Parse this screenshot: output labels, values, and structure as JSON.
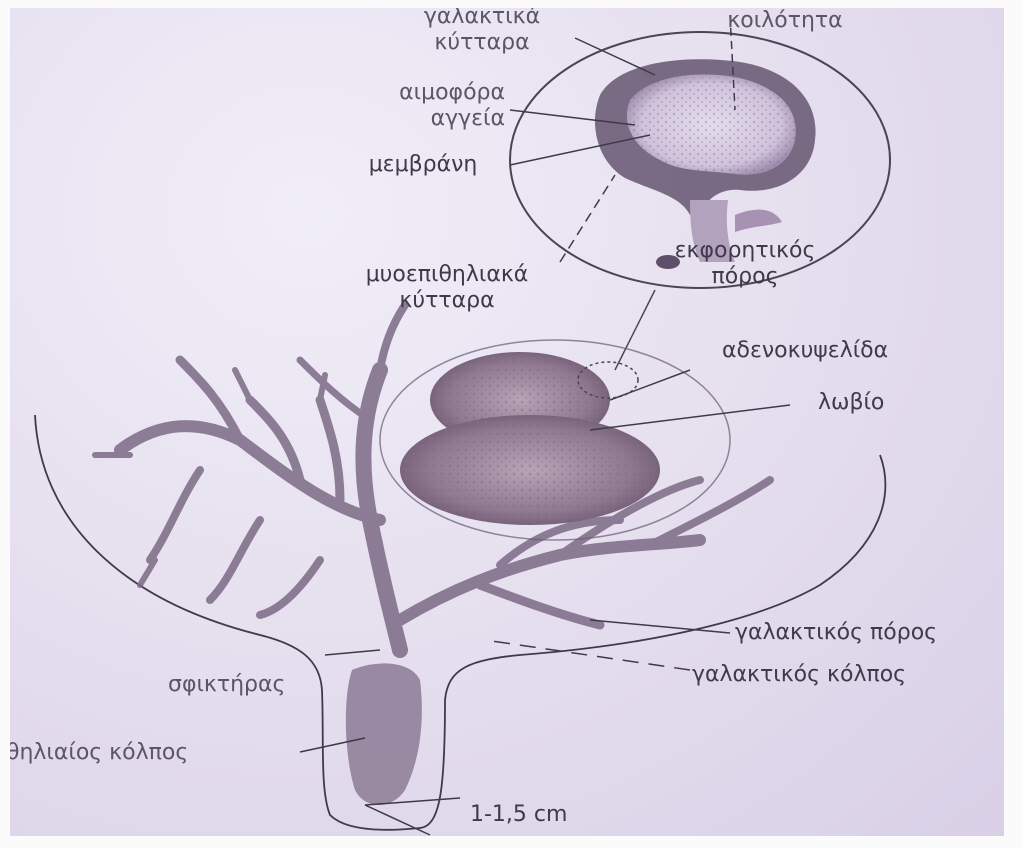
{
  "labels": {
    "galaktika_kyttara": [
      "γαλακτικά",
      "κύτταρα"
    ],
    "koilotita": "κοιλότητα",
    "aimofora_aggeia": [
      "αιμοφόρα",
      "αγγεία"
    ],
    "membrani": "μεμβράνη",
    "ekforitikos_poros": [
      "εκφορητικός",
      "πόρος"
    ],
    "myoepithiliaka_kyttara": [
      "μυοεπιθηλιακά",
      "κύτταρα"
    ],
    "adenokypselida": "αδενοκυψελίδα",
    "lovio": "λωβίο",
    "galaktikos_poros": "γαλακτικός πόρος",
    "galaktikos_kolpos": "γαλακτικός κόλπος",
    "sfiktiras": "σφικτήρας",
    "thilaios_kolpos": "θηλιαίος κόλπος",
    "size": "1-1,5 cm"
  },
  "colors": {
    "line": "#3e3a48",
    "tissue_dark": "#6a5a74",
    "tissue_light": "#9d8aa8",
    "lumen": "#ddd3e6"
  }
}
